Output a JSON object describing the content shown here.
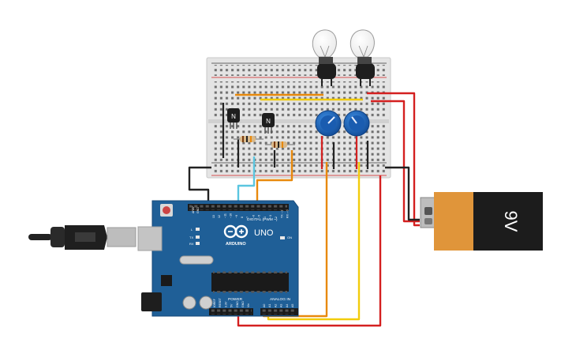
{
  "battery": {
    "label": "9V"
  },
  "arduino": {
    "brand": "ARDUINO",
    "model": "UNO",
    "digital_header": "DIGITAL (PWM ~)",
    "power_header": "POWER",
    "analog_header": "ANALOG IN",
    "on_label": "ON",
    "led_labels": [
      "L",
      "TX",
      "RX"
    ],
    "aref_label": "AREF",
    "gnd_label": "GND",
    "digital_pins": [
      "13",
      "12",
      "~11",
      "~10",
      "~9",
      "8",
      "7",
      "~6",
      "~5",
      "4",
      "~3",
      "2",
      "TX→1",
      "RX←0"
    ],
    "power_pins": [
      "IOREF",
      "RESET",
      "3.3V",
      "5V",
      "GND",
      "GND",
      "Vin"
    ],
    "analog_pins": [
      "A0",
      "A1",
      "A2",
      "A3",
      "A4",
      "A5"
    ]
  },
  "transistors": [
    {
      "label": "N"
    },
    {
      "label": "N"
    }
  ],
  "colors": {
    "wire_red": "#d42020",
    "wire_orange": "#e8890c",
    "wire_yellow": "#f2cc0c",
    "wire_cyan": "#5bc6e0",
    "wire_black": "#222222",
    "board_blue": "#1f5f97",
    "breadboard": "#e4e4e4",
    "battery_orange": "#e0953a",
    "pot_blue": "#1e63b8"
  }
}
